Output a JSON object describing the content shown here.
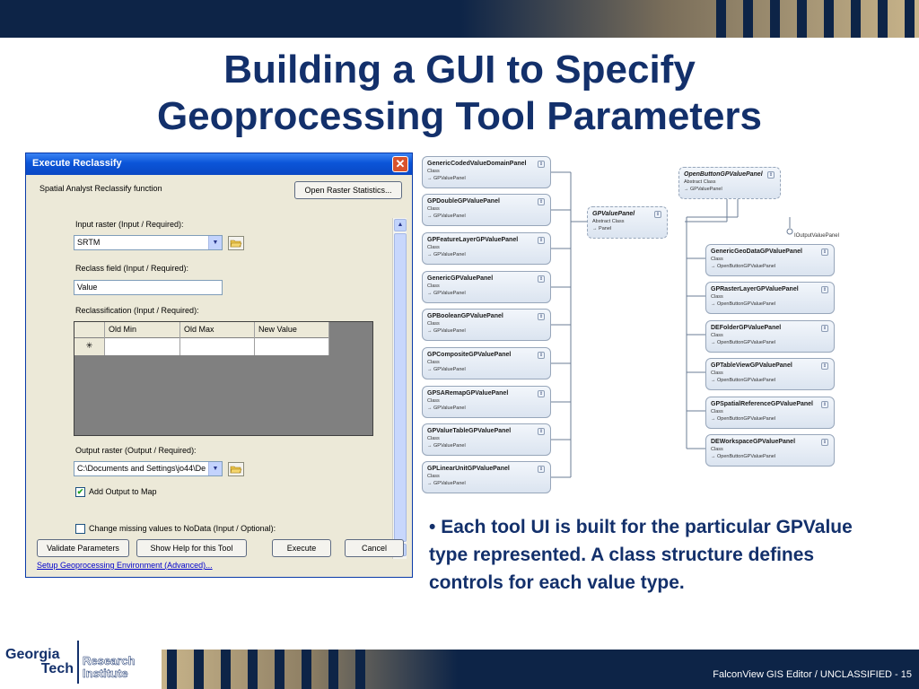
{
  "slide": {
    "title_line1": "Building a GUI to Specify",
    "title_line2": "Geoprocessing Tool Parameters",
    "bullet_mark": "•",
    "bullet_text": "Each tool UI is built for the particular GPValue type represented.  A class structure defines controls for each value type.",
    "footer": "FalconView GIS Editor / UNCLASSIFIED - 15",
    "logo_gt_line1": "Georgia",
    "logo_gt_line2": "Tech",
    "logo_gtri_line1": "Research",
    "logo_gtri_line2": "Institute"
  },
  "dialog": {
    "title": "Execute Reclassify",
    "close_glyph": "✕",
    "function_label": "Spatial Analyst Reclassify function",
    "open_raster_stats_label": "Open Raster Statistics...",
    "input_raster_label": "Input raster (Input / Required):",
    "input_raster_value": "SRTM",
    "reclass_field_label": "Reclass field (Input / Required):",
    "reclass_field_value": "Value",
    "reclassification_label": "Reclassification (Input / Required):",
    "grid_columns": [
      "Old Min",
      "Old Max",
      "New Value"
    ],
    "grid_new_row_marker": "✳",
    "output_raster_label": "Output raster (Output / Required):",
    "output_raster_value": "C:\\Documents and Settings\\jo44\\De",
    "add_output_label": "Add Output to Map",
    "add_output_checked": "✔",
    "nodata_label": "Change missing values to NoData (Input / Optional):",
    "buttons": {
      "validate": "Validate Parameters",
      "show_help": "Show Help for this Tool",
      "execute": "Execute",
      "cancel": "Cancel"
    },
    "environment_link": "Setup Geoprocessing Environment (Advanced)...",
    "arrow_down": "▼",
    "arrow_up": "▲"
  },
  "diagram": {
    "toggle_glyph": "⇕",
    "left_classes": [
      {
        "name": "GenericCodedValueDomainPanel",
        "kind": "Class",
        "base": "→ GPValuePanel"
      },
      {
        "name": "GPDoubleGPValuePanel",
        "kind": "Class",
        "base": "→ GPValuePanel"
      },
      {
        "name": "GPFeatureLayerGPValuePanel",
        "kind": "Class",
        "base": "→ GPValuePanel"
      },
      {
        "name": "GenericGPValuePanel",
        "kind": "Class",
        "base": "→ GPValuePanel"
      },
      {
        "name": "GPBooleanGPValuePanel",
        "kind": "Class",
        "base": "→ GPValuePanel"
      },
      {
        "name": "GPCompositeGPValuePanel",
        "kind": "Class",
        "base": "→ GPValuePanel"
      },
      {
        "name": "GPSARemapGPValuePanel",
        "kind": "Class",
        "base": "→ GPValuePanel"
      },
      {
        "name": "GPValueTableGPValuePanel",
        "kind": "Class",
        "base": "→ GPValuePanel"
      },
      {
        "name": "GPLinearUnitGPValuePanel",
        "kind": "Class",
        "base": "→ GPValuePanel"
      }
    ],
    "center_class": {
      "name": "GPValuePanel",
      "kind": "Abstract Class",
      "base": "→ Panel"
    },
    "top_right_class": {
      "name": "OpenButtonGPValuePanel",
      "kind": "Abstract Class",
      "base": "→ GPValuePanel"
    },
    "interface_label": "IOutputValuePanel",
    "right_classes": [
      {
        "name": "GenericGeoDataGPValuePanel",
        "kind": "Class",
        "base": "→ OpenButtonGPValuePanel"
      },
      {
        "name": "GPRasterLayerGPValuePanel",
        "kind": "Class",
        "base": "→ OpenButtonGPValuePanel"
      },
      {
        "name": "DEFolderGPValuePanel",
        "kind": "Class",
        "base": "→ OpenButtonGPValuePanel"
      },
      {
        "name": "GPTableViewGPValuePanel",
        "kind": "Class",
        "base": "→ OpenButtonGPValuePanel"
      },
      {
        "name": "GPSpatialReferenceGPValuePanel",
        "kind": "Class",
        "base": "→ OpenButtonGPValuePanel"
      },
      {
        "name": "DEWorkspaceGPValuePanel",
        "kind": "Class",
        "base": "→ OpenButtonGPValuePanel"
      }
    ]
  }
}
